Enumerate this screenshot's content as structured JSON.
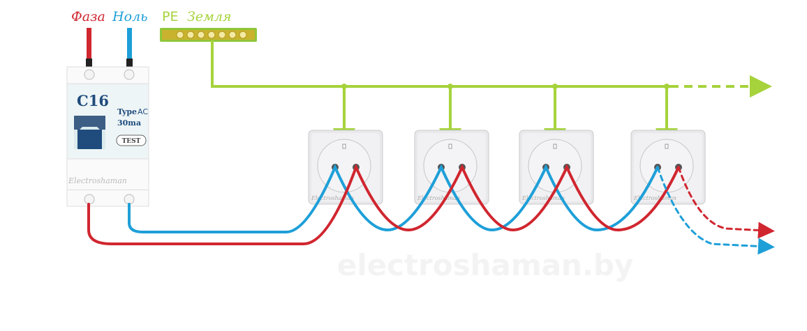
{
  "labels": {
    "phase": "Фаза",
    "neutral": "Ноль",
    "pe": "PE",
    "ground": "Земля"
  },
  "breaker": {
    "rating": "C16",
    "type_bold": "Type",
    "type_value": "AC",
    "current": "30ma",
    "test_button": "TEST",
    "brand": "Electroshaman"
  },
  "socket_brand": "Electroshaman",
  "watermark": "electroshaman.by",
  "colors": {
    "phase": "#d0262f",
    "neutral": "#1e9fd8",
    "ground": "#a6d33c",
    "breaker_blue": "#1f4c7d"
  },
  "socket_count": 4
}
